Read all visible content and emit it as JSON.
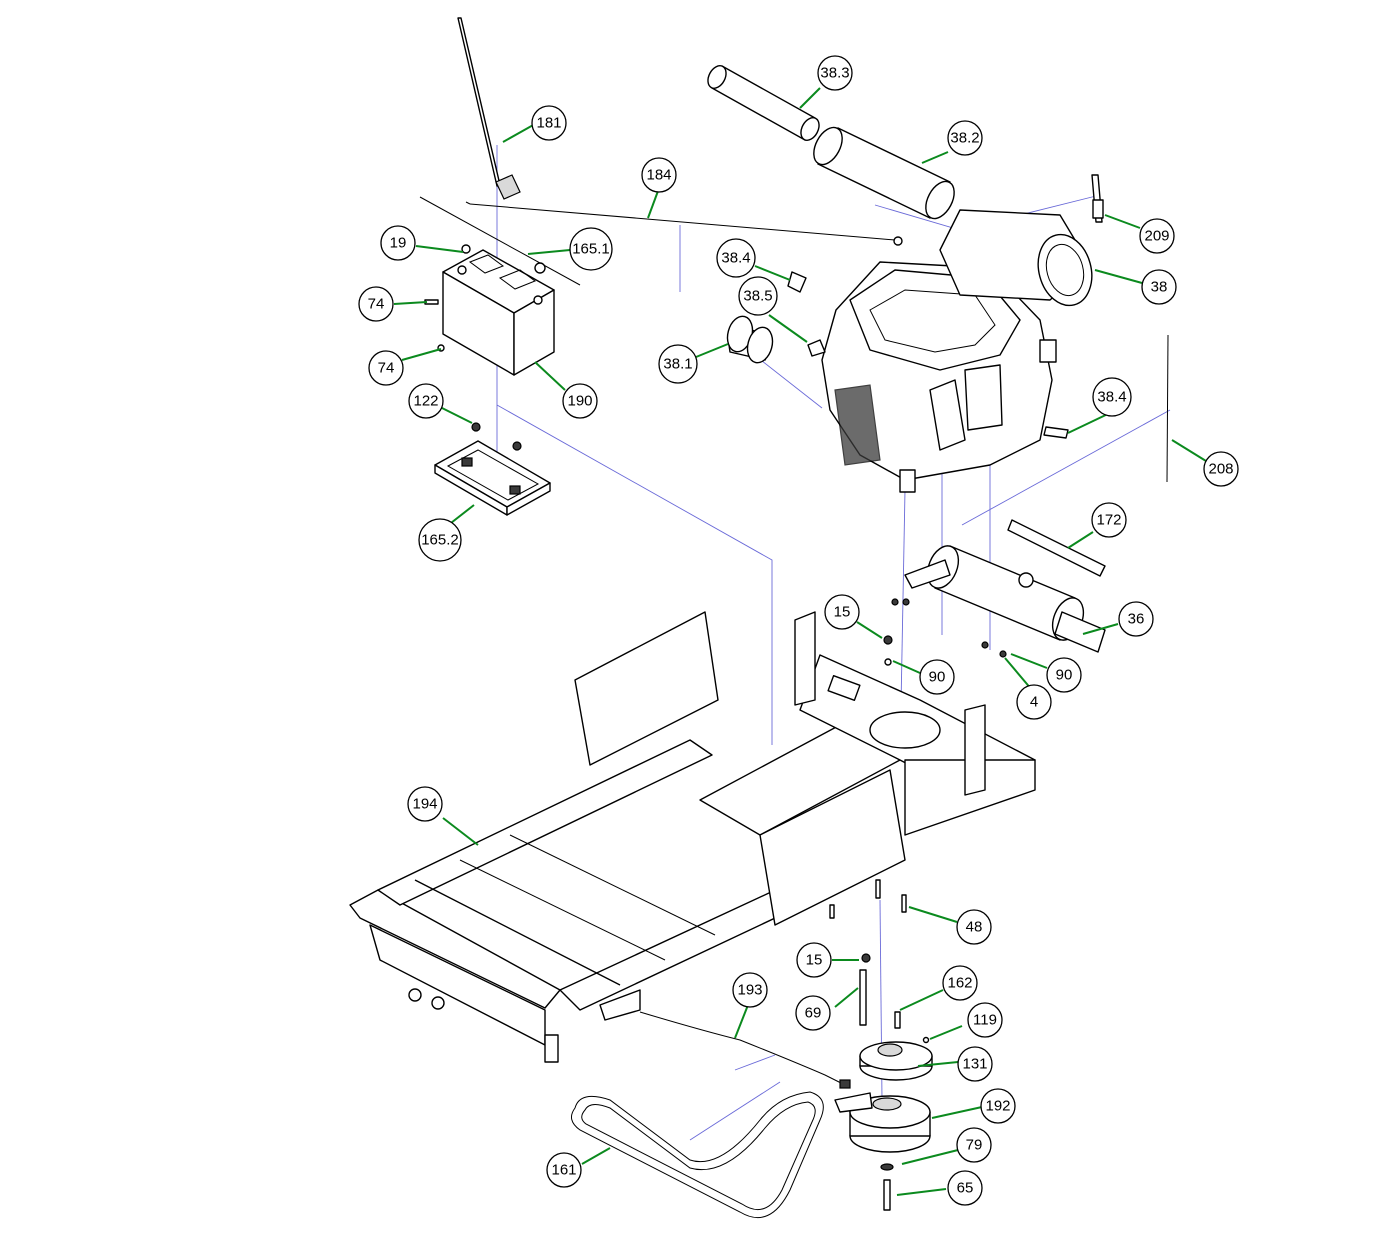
{
  "diagram": {
    "colors": {
      "leader": "#0b8a1e",
      "guide": "#6a6ad8",
      "outline": "#000000"
    },
    "callouts": [
      {
        "id": "c-181",
        "label": "181"
      },
      {
        "id": "c-184",
        "label": "184"
      },
      {
        "id": "c-38-3",
        "label": "38.3"
      },
      {
        "id": "c-38-2",
        "label": "38.2"
      },
      {
        "id": "c-209",
        "label": "209"
      },
      {
        "id": "c-38",
        "label": "38"
      },
      {
        "id": "c-19",
        "label": "19"
      },
      {
        "id": "c-165-1",
        "label": "165.1"
      },
      {
        "id": "c-74a",
        "label": "74"
      },
      {
        "id": "c-74b",
        "label": "74"
      },
      {
        "id": "c-190",
        "label": "190"
      },
      {
        "id": "c-38-4a",
        "label": "38.4"
      },
      {
        "id": "c-38-5",
        "label": "38.5"
      },
      {
        "id": "c-38-1",
        "label": "38.1"
      },
      {
        "id": "c-38-4b",
        "label": "38.4"
      },
      {
        "id": "c-208",
        "label": "208"
      },
      {
        "id": "c-122",
        "label": "122"
      },
      {
        "id": "c-165-2",
        "label": "165.2"
      },
      {
        "id": "c-172",
        "label": "172"
      },
      {
        "id": "c-36",
        "label": "36"
      },
      {
        "id": "c-15a",
        "label": "15"
      },
      {
        "id": "c-90a",
        "label": "90"
      },
      {
        "id": "c-90b",
        "label": "90"
      },
      {
        "id": "c-4",
        "label": "4"
      },
      {
        "id": "c-194",
        "label": "194"
      },
      {
        "id": "c-48",
        "label": "48"
      },
      {
        "id": "c-15b",
        "label": "15"
      },
      {
        "id": "c-162",
        "label": "162"
      },
      {
        "id": "c-69",
        "label": "69"
      },
      {
        "id": "c-193",
        "label": "193"
      },
      {
        "id": "c-119",
        "label": "119"
      },
      {
        "id": "c-131",
        "label": "131"
      },
      {
        "id": "c-192",
        "label": "192"
      },
      {
        "id": "c-79",
        "label": "79"
      },
      {
        "id": "c-161",
        "label": "161"
      },
      {
        "id": "c-65",
        "label": "65"
      }
    ]
  }
}
